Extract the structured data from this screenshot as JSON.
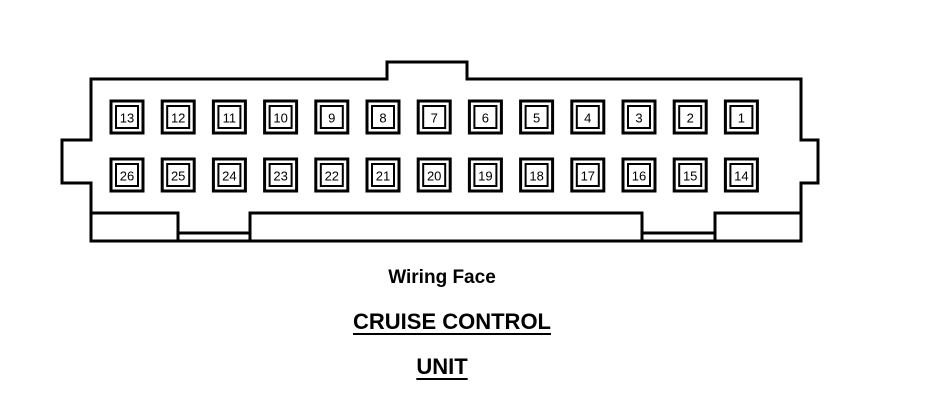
{
  "connector": {
    "top_row": [
      "13",
      "12",
      "11",
      "10",
      "9",
      "8",
      "7",
      "6",
      "5",
      "4",
      "3",
      "2",
      "1"
    ],
    "bottom_row": [
      "26",
      "25",
      "24",
      "23",
      "22",
      "21",
      "20",
      "19",
      "18",
      "17",
      "16",
      "15",
      "14"
    ]
  },
  "captions": {
    "view": "Wiring Face",
    "title": "CRUISE CONTROL",
    "subtitle": "UNIT"
  },
  "colors": {
    "line": "#000000",
    "background": "#ffffff"
  }
}
